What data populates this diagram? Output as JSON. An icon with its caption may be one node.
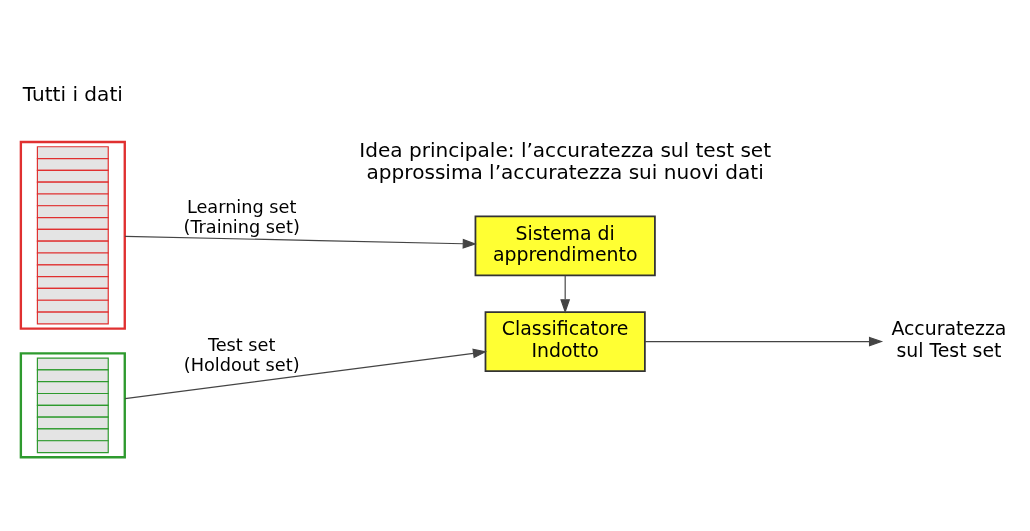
{
  "diagram": {
    "nodes": [
      {
        "text": [],
        "shape": "box"
      },
      {
        "text": [],
        "shape": "box"
      },
      {
        "text": [
          "Sistema di apprendimento"
        ]
      },
      {
        "text": [
          "Classificatore Indotto"
        ]
      },
      {
        "text": [
          "Accuratezza sul Test set"
        ]
      }
    ],
    "edges": [
      {
        "from": 0,
        "to": 2,
        "arrow": "to",
        "label": "Learning set (Training set)"
      },
      {
        "from": 1,
        "to": 3,
        "arrow": "to",
        "label": "Test set (Holdout set)"
      },
      {
        "from": 2,
        "to": 3,
        "arrow": "to"
      },
      {
        "from": 3,
        "to": 4,
        "arrow": "to"
      }
    ],
    "labels": [
      "Tutti i dati",
      "Idea principale: l’accuratezza sul test set approssima l’accuratezza sui nuovi dati"
    ]
  }
}
